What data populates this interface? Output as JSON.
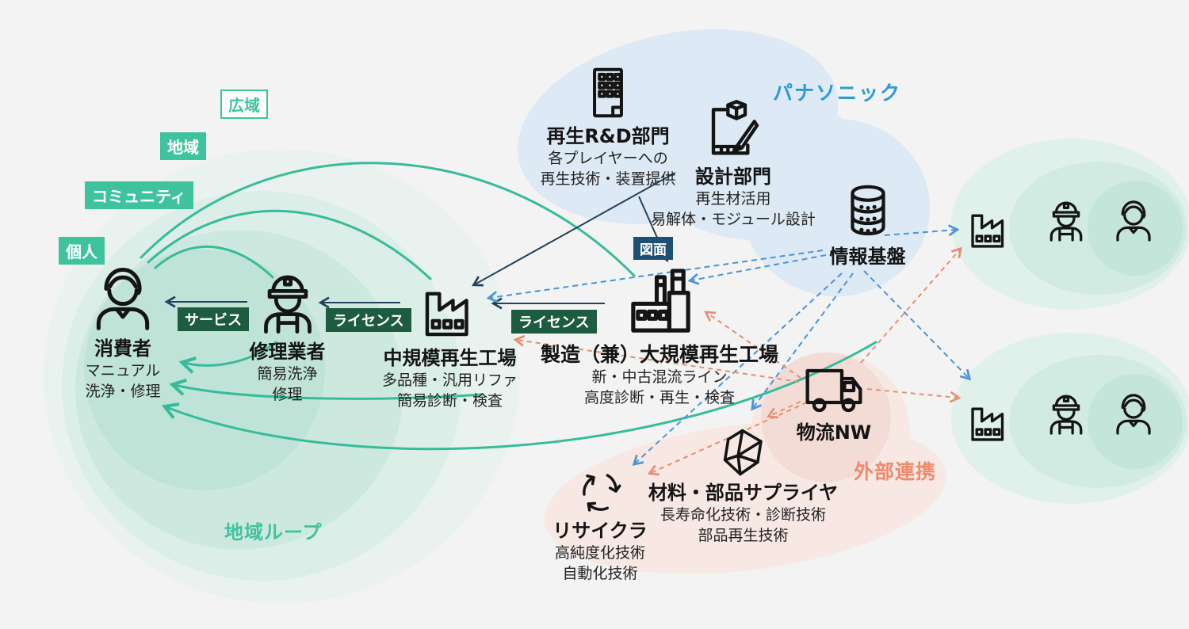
{
  "colors": {
    "background": "#f2f3f2",
    "loop_green": "#3fc39e",
    "loop_label_dark_green": "#1e5c41",
    "drawing_label_navy": "#1d5173",
    "solid_arrow_navy": "#24405e",
    "teal_arc": "#36bc9b",
    "panasonic_blue": "#2f9ad8",
    "external_coral": "#ef8a6d",
    "info_dashed_blue": "#4a94d8",
    "logistics_dashed_orange": "#e78e71",
    "panasonic_blob": "#dde9f4",
    "external_blob": "#f8e8e3"
  },
  "loops": {
    "wide": "広域",
    "region": "地域",
    "community": "コミュニティ",
    "individual": "個人",
    "regional_loop": "地域ループ"
  },
  "groups": {
    "panasonic": "パナソニック",
    "external": "外部連携"
  },
  "flows": {
    "service": "サービス",
    "license_mid": "ライセンス",
    "license_large": "ライセンス",
    "drawing": "図面"
  },
  "nodes": {
    "consumer": {
      "title": "消費者",
      "line1": "マニュアル",
      "line2": "洗浄・修理"
    },
    "repairer": {
      "title": "修理業者",
      "line1": "簡易洗浄",
      "line2": "修理"
    },
    "mid_factory": {
      "title": "中規模再生工場",
      "line1": "多品種・汎用リファ",
      "line2": "簡易診断・検査"
    },
    "large_factory": {
      "title": "製造（兼）大規模再生工場",
      "line1": "新・中古混流ライン",
      "line2": "高度診断・再生・検査"
    },
    "rd_dept": {
      "title": "再生R&D部門",
      "line1": "各プレイヤーへの",
      "line2": "再生技術・装置提供"
    },
    "design_dept": {
      "title": "設計部門",
      "line1": "再生材活用",
      "line2": "易解体・モジュール設計"
    },
    "info_platform": {
      "title": "情報基盤"
    },
    "logistics": {
      "title": "物流NW"
    },
    "supplier": {
      "title": "材料・部品サプライヤ",
      "line1": "長寿命化技術・診断技術",
      "line2": "部品再生技術"
    },
    "recycler": {
      "title": "リサイクラ",
      "line1": "高純度化技術",
      "line2": "自動化技術"
    }
  }
}
